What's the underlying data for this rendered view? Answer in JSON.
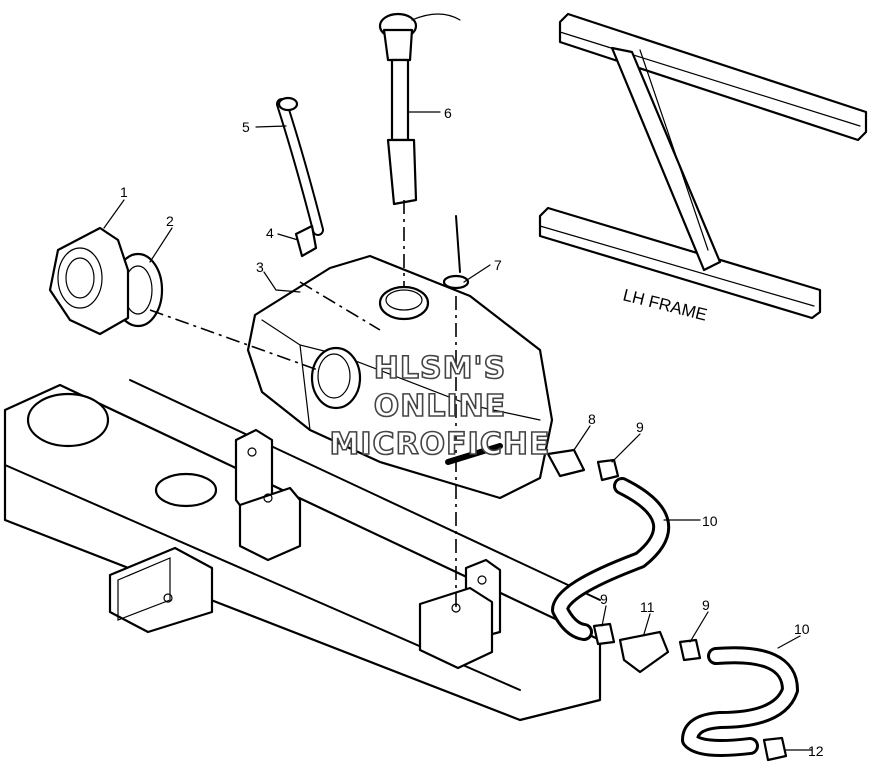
{
  "watermark": {
    "line1": "HLSM'S",
    "line2": "ONLINE",
    "line3": "MICROFICHE"
  },
  "frame_label": "LH FRAME",
  "callouts": {
    "c1": "1",
    "c2": "2",
    "c3": "3",
    "c4": "4",
    "c5": "5",
    "c6": "6",
    "c7": "7",
    "c8": "8",
    "c9a": "9",
    "c9b": "9",
    "c9c": "9",
    "c10a": "10",
    "c10b": "10",
    "c11": "11",
    "c12": "12"
  }
}
